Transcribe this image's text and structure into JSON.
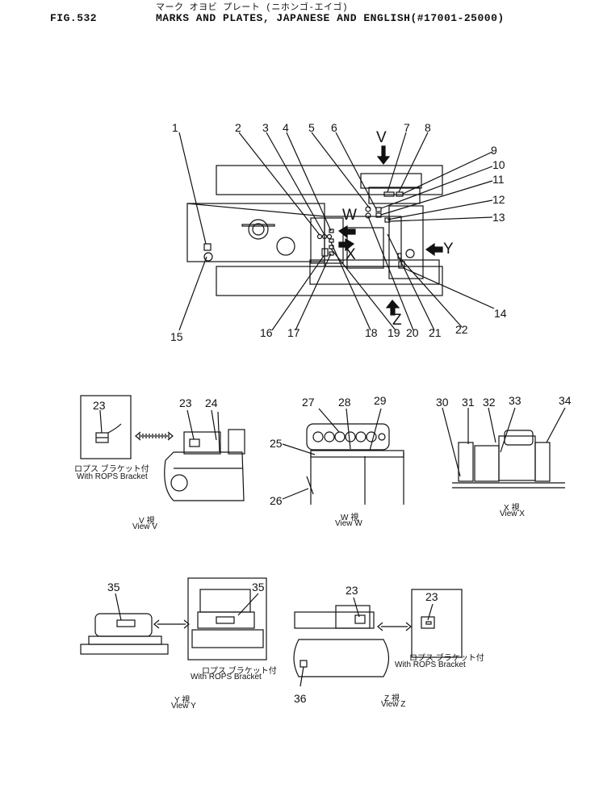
{
  "header": {
    "subtitle_jp": "マーク オヨビ プレート (ニホンゴ-エイゴ)",
    "fig": "FIG.532",
    "title": "MARKS AND PLATES, JAPANESE AND ENGLISH(#17001-25000)"
  },
  "main_view": {
    "labels_top": [
      "1",
      "2",
      "3",
      "4",
      "5",
      "6",
      "7",
      "8",
      "9",
      "10",
      "11",
      "12",
      "13"
    ],
    "labels_bottom": [
      "14",
      "15",
      "16",
      "17",
      "18",
      "19",
      "20",
      "21",
      "22"
    ],
    "view_arrows": [
      "V",
      "W",
      "X",
      "Y",
      "Z"
    ]
  },
  "sub_views": {
    "v": {
      "part_numbers": [
        "23",
        "23",
        "24"
      ],
      "rops_jp": "ロプス ブラケット付",
      "rops_en": "With ROPS Bracket",
      "view_jp": "V 視",
      "view_en": "View V"
    },
    "w": {
      "part_numbers": [
        "25",
        "26",
        "27",
        "28",
        "29"
      ],
      "view_jp": "W 視",
      "view_en": "View W"
    },
    "x": {
      "part_numbers": [
        "30",
        "31",
        "32",
        "33",
        "34"
      ],
      "view_jp": "X 視",
      "view_en": "View X"
    },
    "y": {
      "part_numbers": [
        "35",
        "35"
      ],
      "rops_jp": "ロプス ブラケット付",
      "rops_en": "With ROPS Bracket",
      "view_jp": "Y 視",
      "view_en": "View Y"
    },
    "z": {
      "part_numbers": [
        "23",
        "36",
        "23"
      ],
      "rops_jp": "ロプス ブラケット付",
      "rops_en": "With ROPS Bracket",
      "view_jp": "Z 視",
      "view_en": "View Z"
    }
  }
}
